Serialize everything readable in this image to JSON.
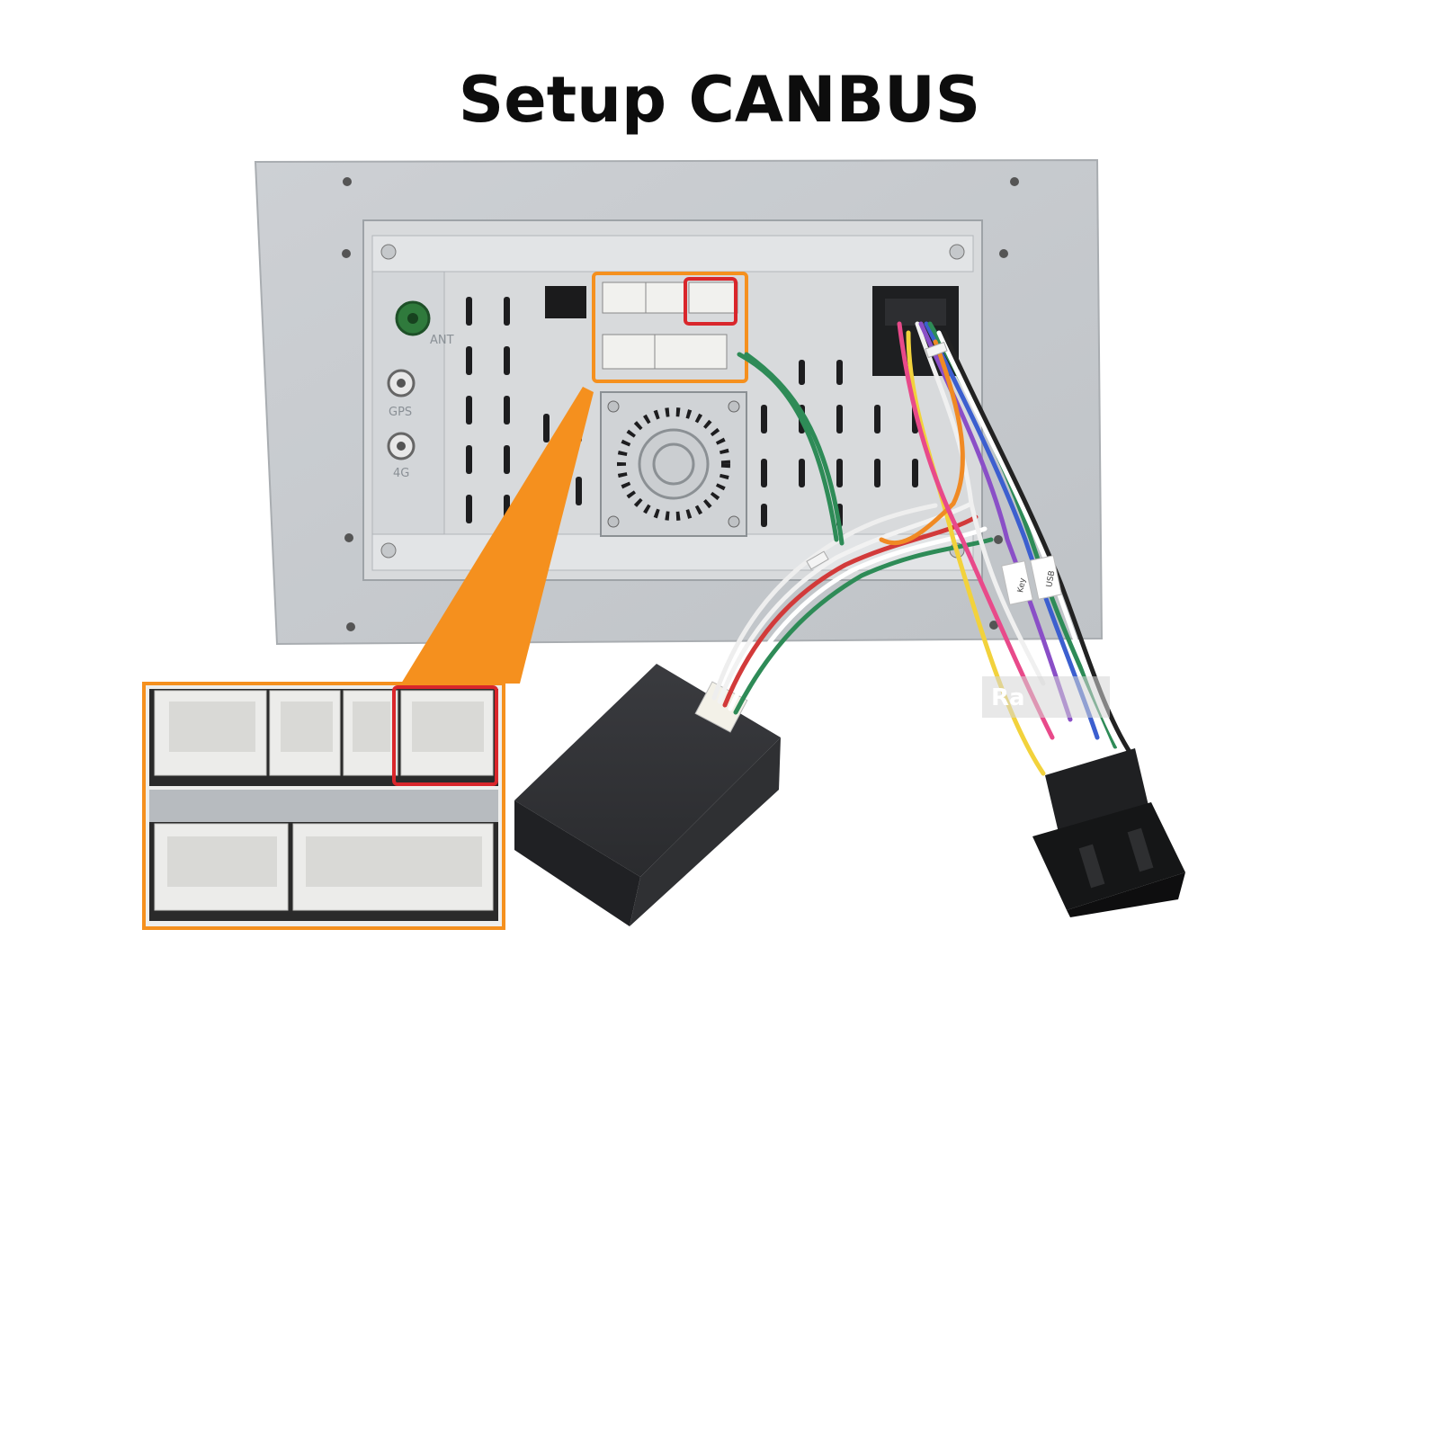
{
  "title": "Setup CANBUS",
  "ports": {
    "ant": "ANT",
    "gps": "GPS",
    "fourg": "4G"
  },
  "harness_tags": [
    "Key",
    "USB"
  ],
  "watermark": "Ra",
  "colors": {
    "highlight_orange": "#f5901e",
    "highlight_red": "#d9262b",
    "panel_silver": "#c4c8cc",
    "box_black": "#2b2c2f"
  }
}
